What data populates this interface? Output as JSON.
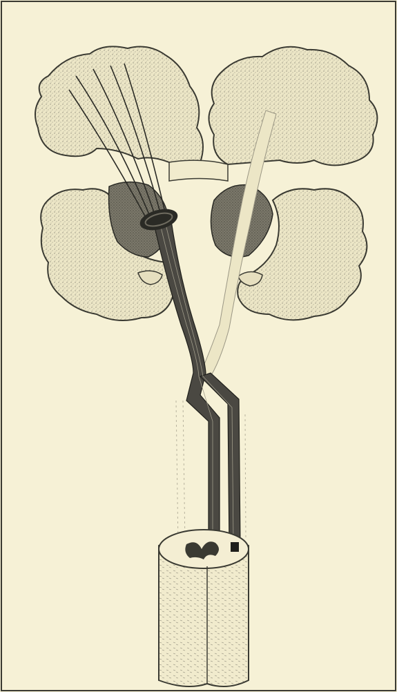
{
  "figure": {
    "kind": "anatomical engraving",
    "colors": {
      "paper": "#f6f1d6",
      "ink": "#3a3a32",
      "stipple": "#8f8c7c",
      "dark_mass": "#6f6c60",
      "lesion": "#2a2a25"
    },
    "icons": [
      "brain-hemisphere",
      "basal-ganglia",
      "lesion-mark",
      "nerve-tract",
      "spinal-cord"
    ]
  }
}
